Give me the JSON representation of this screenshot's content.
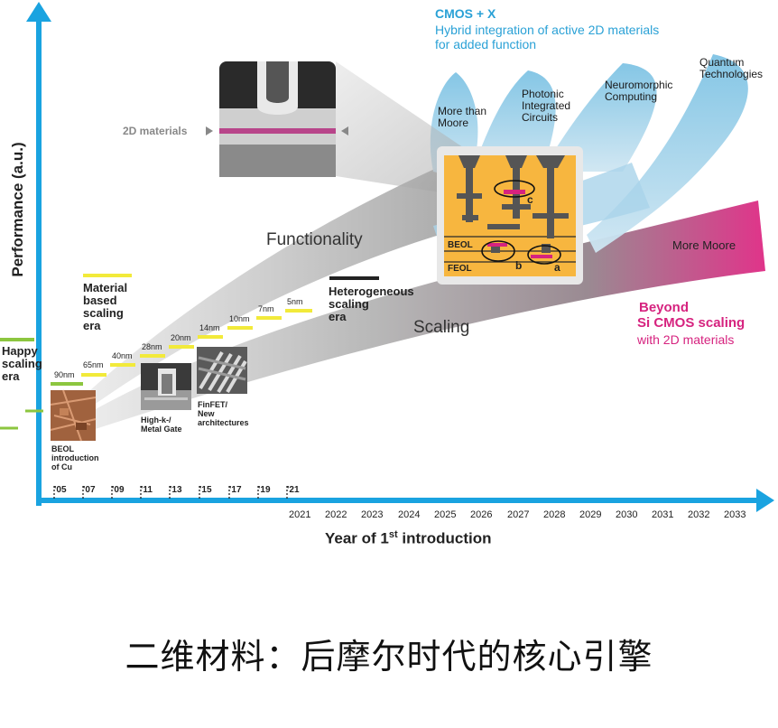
{
  "diagram": {
    "y_axis_title": "Performance (a.u.)",
    "x_axis_title": "Year of 1",
    "x_axis_title_sup": "st",
    "x_axis_title_end": " introduction",
    "eras": {
      "happy": "Happy\nscaling\nera",
      "material": "Material\nbased\nscaling\nera",
      "hetero": "Heterogeneous\nscaling\nera"
    },
    "nodes": [
      "90nm",
      "65nm",
      "40nm",
      "28nm",
      "20nm",
      "14nm",
      "10nm",
      "7nm",
      "5nm"
    ],
    "year_ticks_short": [
      "'05",
      "'07",
      "'09",
      "'11",
      "'13",
      "'15",
      "'17",
      "'19",
      "'21"
    ],
    "year_ticks_long": [
      "2021",
      "2022",
      "2023",
      "2024",
      "2025",
      "2026",
      "2027",
      "2028",
      "2029",
      "2030",
      "2031",
      "2032",
      "2033"
    ],
    "image_labels": {
      "beol": "BEOL\nintroduction\nof Cu",
      "highk": "High-k-/\nMetal Gate",
      "finfet": "FinFET/\nNew\narchitectures"
    },
    "bands": {
      "functionality": "Functionality",
      "scaling": "Scaling",
      "more_moore": "More Moore"
    },
    "inset_label": "2D materials",
    "cmos_x": {
      "title": "CMOS + X",
      "subtitle": "Hybrid integration of active 2D materials\nfor added function"
    },
    "branches": {
      "more_than_moore": "More than\nMoore",
      "photonic": "Photonic\nIntegrated\nCircuits",
      "neuromorphic": "Neuromorphic\nComputing",
      "quantum": "Quantum\nTechnologies"
    },
    "chip": {
      "beol": "BEOL",
      "feol": "FEOL",
      "a": "a",
      "b": "b",
      "c": "c"
    },
    "beyond": {
      "line1": "Beyond",
      "line2": "Si CMOS scaling",
      "line3": "with 2D materials"
    },
    "colors": {
      "axis": "#1aa3e0",
      "accent_pink": "#d6237f",
      "node_yellow": "#f2ea3a",
      "era_green": "#8cc63f",
      "chip_orange": "#f7b63f"
    }
  },
  "caption": "二维材料：后摩尔时代的核心引擎"
}
